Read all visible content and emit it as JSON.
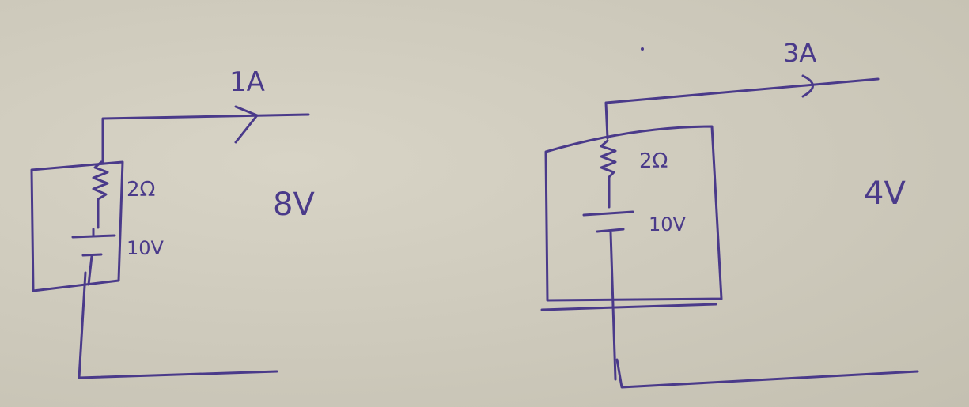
{
  "circuits": [
    {
      "current": "1A",
      "resistance": "2Ω",
      "emf": "10V",
      "terminal_voltage": "8V"
    },
    {
      "current": "3A",
      "resistance": "2Ω",
      "emf": "10V",
      "terminal_voltage": "4V"
    }
  ],
  "colors": {
    "ink": "#4a3a8a",
    "paper": "#cfcbbd"
  }
}
